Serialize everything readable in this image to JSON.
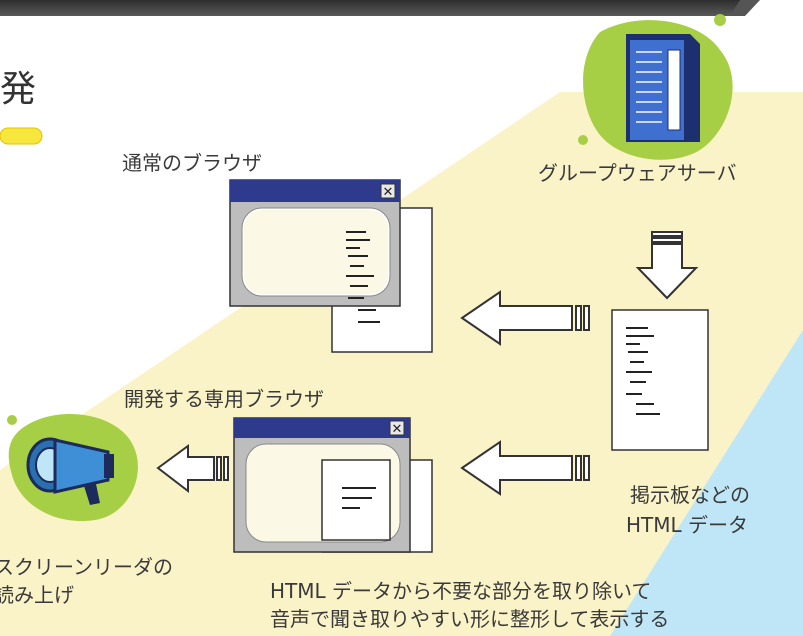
{
  "partial_title_char": "発",
  "labels": {
    "normal_browser": "通常のブラウザ",
    "groupware_server": "グループウェアサーバ",
    "dedicated_browser": "開発する専用ブラウザ",
    "bbs_html_line1": "掲示板などの",
    "bbs_html_line2": "HTML データ",
    "screen_reader_line1": "スクリーンリーダの",
    "screen_reader_line2": "読み上げ",
    "caption_line1": "HTML データから不要な部分を取り除いて",
    "caption_line2": "音声で聞き取りやすい形に整形して表示する"
  },
  "icons": [
    "server-icon",
    "megaphone-icon",
    "close-icon"
  ],
  "colors": {
    "top_bar": "#3c3c3c",
    "yellow_band": "#fbf3c8",
    "blue_band": "#bfe6f7",
    "green_blob": "#a7cf45",
    "window_titlebar": "#2e3a8c",
    "window_body": "#bdbdbd",
    "window_inner": "#f5efce",
    "arrow_stroke": "#333333",
    "highlight_bar": "#f7e63c"
  }
}
